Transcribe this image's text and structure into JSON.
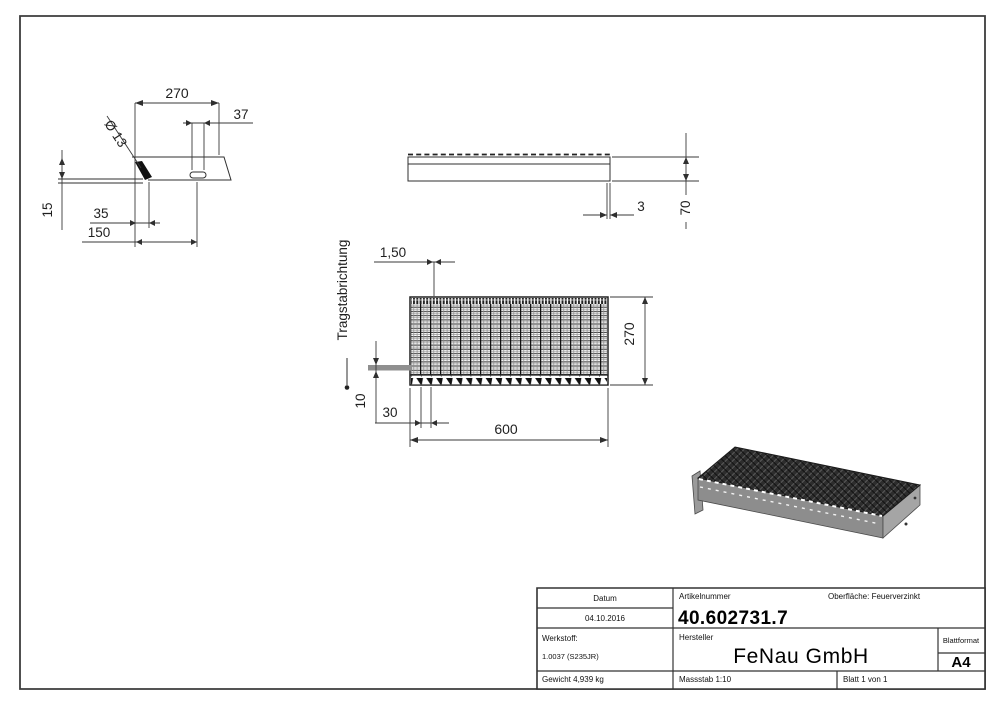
{
  "page": {
    "background": "#ffffff",
    "line_color": "#2f2f2f",
    "highlight_bar_color": "#8f8f8f",
    "mesh_dark_color": "#2b2b2b"
  },
  "detail_view": {
    "dim_width": "270",
    "dim_slot": "37",
    "dim_hole": "Ø 13",
    "dim_height": "15",
    "dim_hole_offset": "35",
    "dim_slot_offset": "150"
  },
  "side_view": {
    "dim_thickness": "3",
    "dim_height": "70"
  },
  "plan_view": {
    "dim_bar_thickness": "1,50",
    "dim_depth": "270",
    "dim_length": "600",
    "dim_pitch": "30",
    "dim_bar_height": "10",
    "direction_label": "Tragstabrichtung"
  },
  "title_block": {
    "datum_label": "Datum",
    "datum_value": "04.10.2016",
    "artikelnummer_label": "Artikelnummer",
    "artikelnummer_value": "40.602731.7",
    "oberflaeche_label": "Oberfläche:  Feuerverzinkt",
    "werkstoff_label": "Werkstoff:",
    "werkstoff_value": "1.0037 (S235JR)",
    "hersteller_label": "Hersteller",
    "hersteller_value": "FeNau GmbH",
    "blattformat_label": "Blattformat",
    "blattformat_value": "A4",
    "gewicht_label": "Gewicht 4,939 kg",
    "massstab_label": "Massstab 1:10",
    "blatt_label": "Blatt 1 von 1"
  }
}
